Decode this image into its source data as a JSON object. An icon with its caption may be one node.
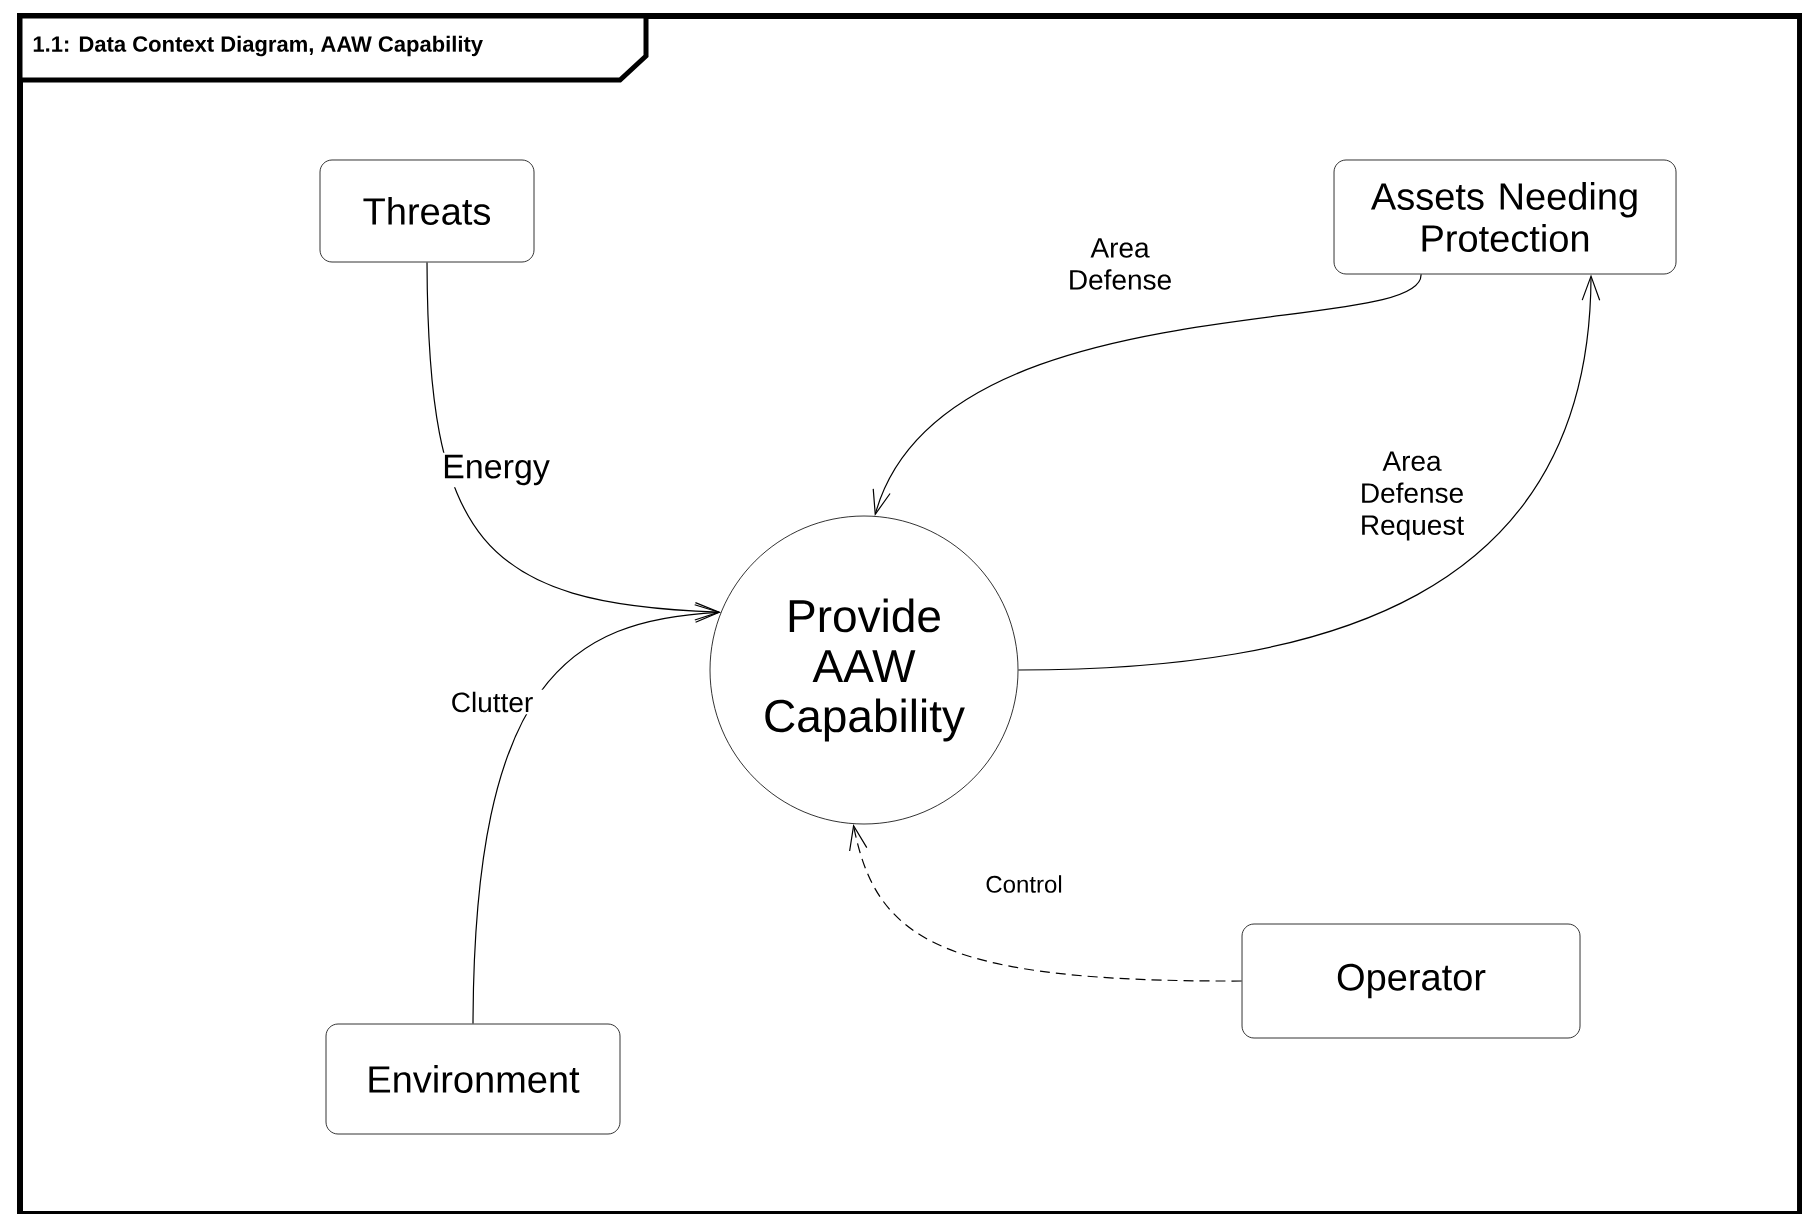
{
  "diagram": {
    "title": "1.1: Data Context Diagram,  AAW Capability",
    "nodes": [
      {
        "text": [
          "Threats"
        ]
      },
      {
        "text": [
          "Assets Needing Protection"
        ]
      },
      {
        "text": [
          "Provide AAW Capability"
        ]
      },
      {
        "text": [
          "Environment"
        ]
      },
      {
        "text": [
          "Operator"
        ]
      }
    ],
    "edges": [
      {
        "from": 0,
        "to": 2,
        "arrow": "to",
        "label": "Energy"
      },
      {
        "from": 3,
        "to": 2,
        "arrow": "to",
        "label": "Clutter"
      },
      {
        "from": 1,
        "to": 2,
        "arrow": "to",
        "label": "Area Defense"
      },
      {
        "from": 2,
        "to": 1,
        "arrow": "to",
        "label": "Area Defense Request"
      },
      {
        "from": 4,
        "to": 2,
        "arrow": "to",
        "label": "Control",
        "style": "dashed"
      }
    ]
  }
}
